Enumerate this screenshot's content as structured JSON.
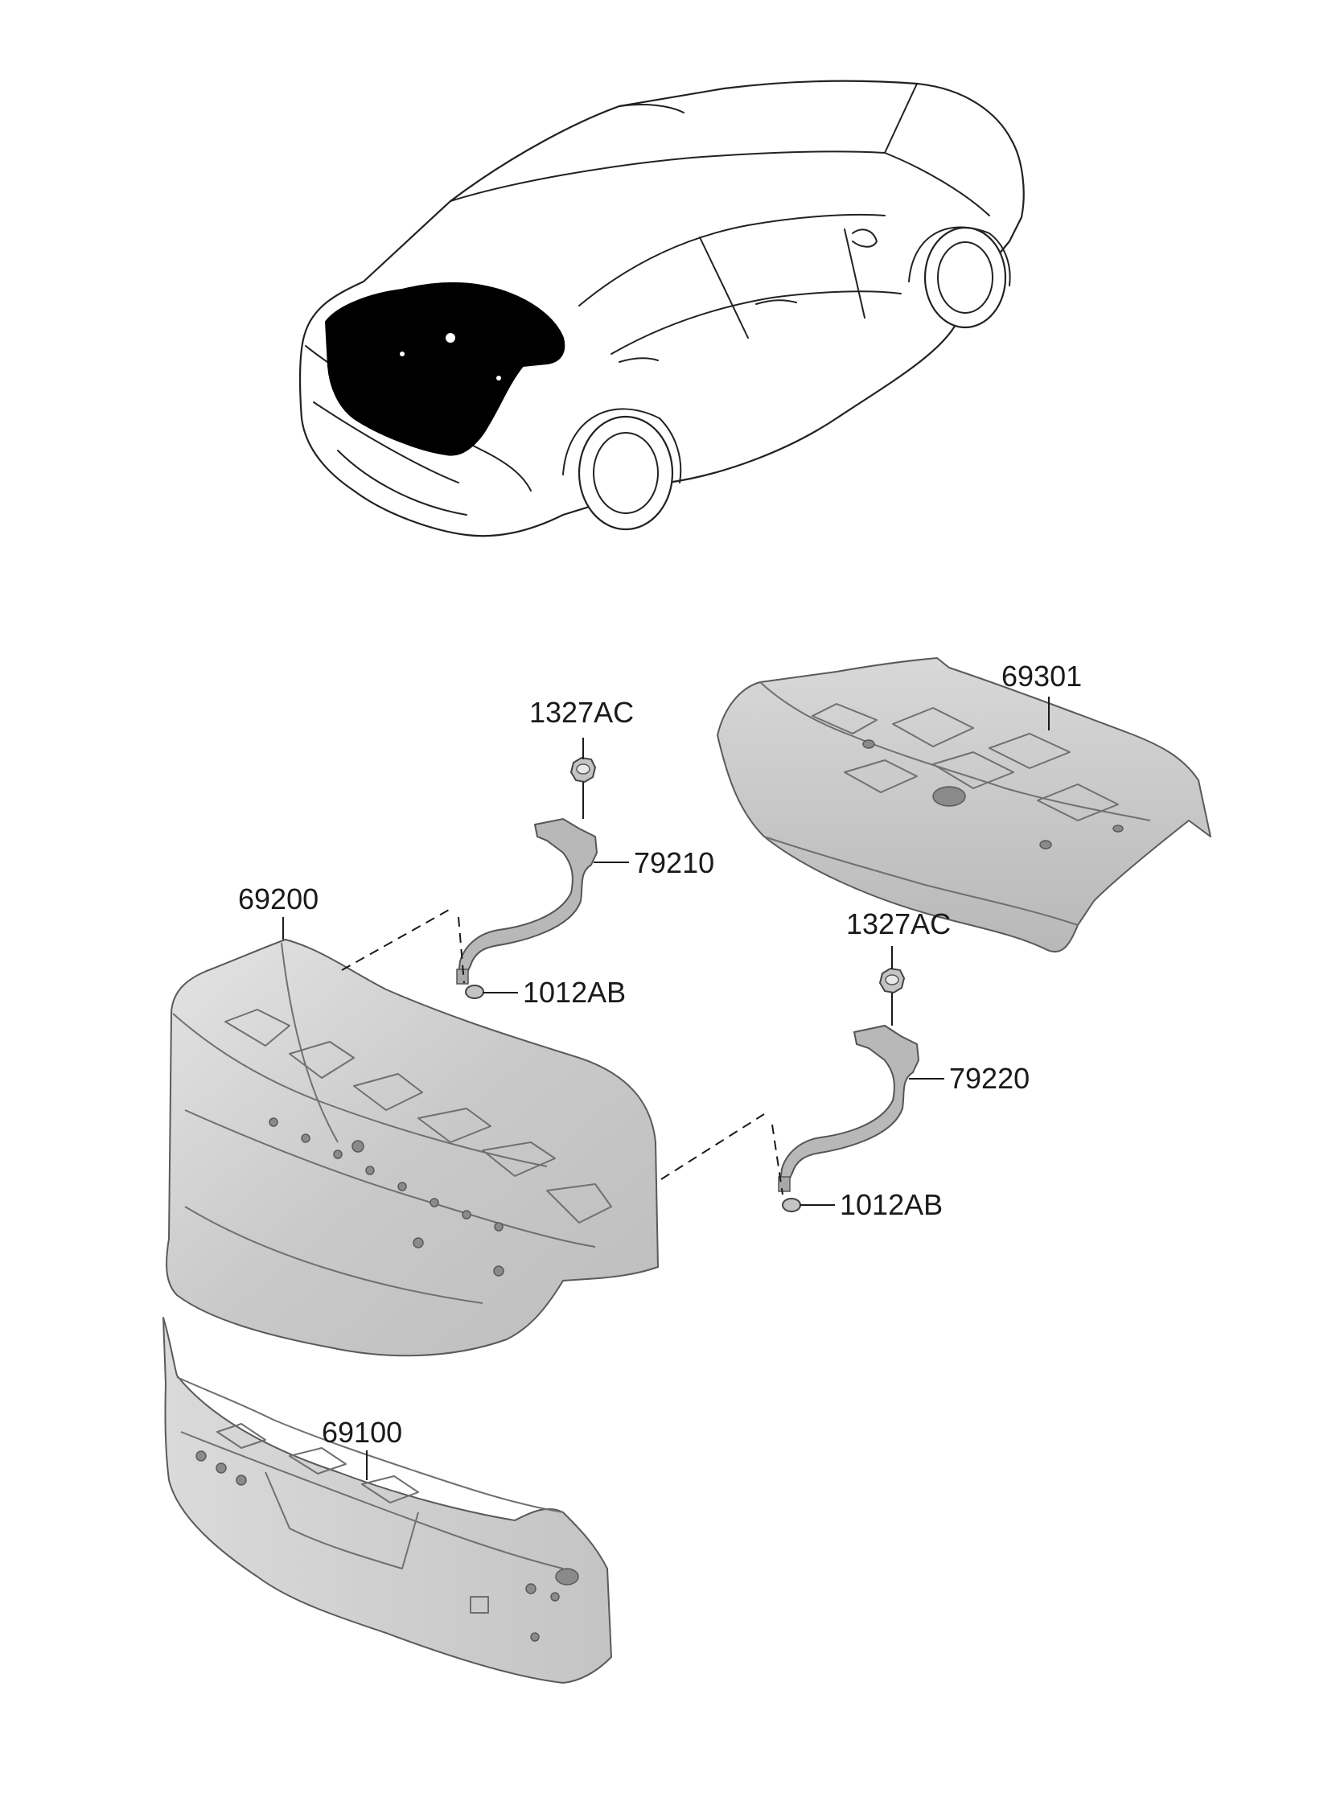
{
  "labels": {
    "p69301": "69301",
    "p1327ac_top": "1327AC",
    "p79210": "79210",
    "p69200": "69200",
    "p1012ab_top": "1012AB",
    "p1327ac_bottom": "1327AC",
    "p79220": "79220",
    "p1012ab_bottom": "1012AB",
    "p69100": "69100"
  },
  "colors": {
    "line": "#1a1a1a",
    "panel_fill": "#cfcfcf",
    "highlight": "#000000"
  }
}
